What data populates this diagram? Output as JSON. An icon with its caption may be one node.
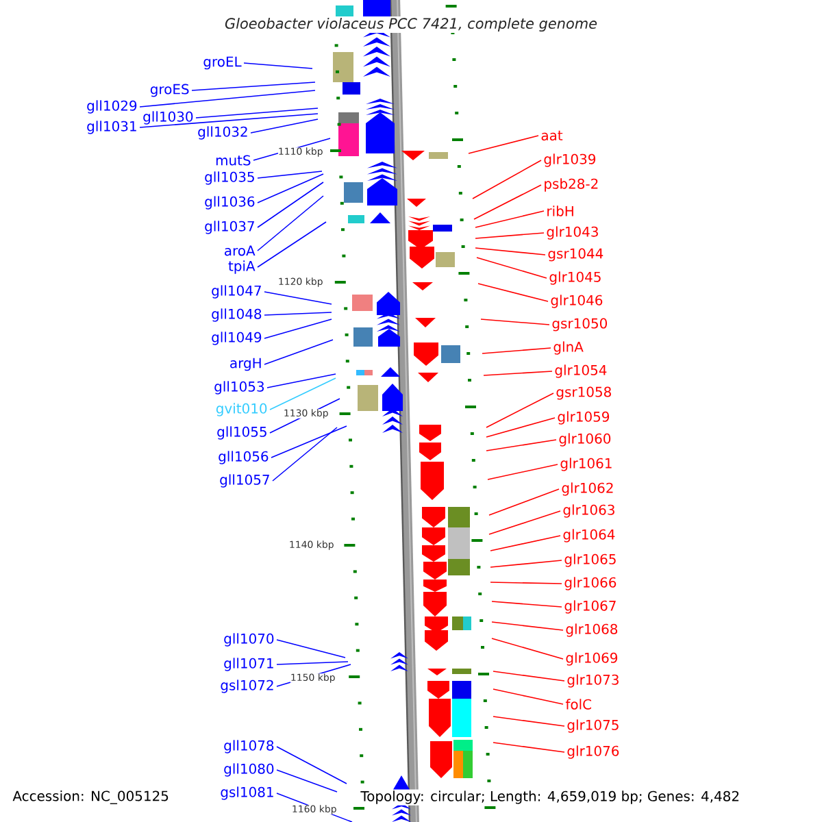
{
  "diagram": {
    "title": "Gloeobacter violaceus PCC 7421, complete genome",
    "nodes": [
      {
        "text": [
          "groEL"
        ]
      },
      {
        "text": [
          "groES"
        ]
      },
      {
        "text": [
          "gll1029"
        ]
      },
      {
        "text": [
          "gll1030"
        ]
      },
      {
        "text": [
          "gll1031"
        ]
      },
      {
        "text": [
          "gll1032"
        ]
      },
      {
        "text": [
          "mutS"
        ]
      },
      {
        "text": [
          "gll1035"
        ]
      },
      {
        "text": [
          "gll1036"
        ]
      },
      {
        "text": [
          "gll1037"
        ]
      },
      {
        "text": [
          "aroA"
        ]
      },
      {
        "text": [
          "tpiA"
        ]
      },
      {
        "text": [
          "gll1047"
        ]
      },
      {
        "text": [
          "gll1048"
        ]
      },
      {
        "text": [
          "gll1049"
        ]
      },
      {
        "text": [
          "argH"
        ]
      },
      {
        "text": [
          "gll1053"
        ]
      },
      {
        "text": [
          "gvit010"
        ]
      },
      {
        "text": [
          "gll1055"
        ]
      },
      {
        "text": [
          "gll1056"
        ]
      },
      {
        "text": [
          "gll1057"
        ]
      },
      {
        "text": [
          "gll1070"
        ]
      },
      {
        "text": [
          "gll1071"
        ]
      },
      {
        "text": [
          "gsl1072"
        ]
      },
      {
        "text": [
          "gll1078"
        ]
      },
      {
        "text": [
          "gll1080"
        ]
      },
      {
        "text": [
          "gsl1081"
        ]
      },
      {
        "text": [
          "aat"
        ]
      },
      {
        "text": [
          "glr1039"
        ]
      },
      {
        "text": [
          "psb28-2"
        ]
      },
      {
        "text": [
          "ribH"
        ]
      },
      {
        "text": [
          "glr1043"
        ]
      },
      {
        "text": [
          "gsr1044"
        ]
      },
      {
        "text": [
          "glr1045"
        ]
      },
      {
        "text": [
          "glr1046"
        ]
      },
      {
        "text": [
          "gsr1050"
        ]
      },
      {
        "text": [
          "glnA"
        ]
      },
      {
        "text": [
          "glr1054"
        ]
      },
      {
        "text": [
          "gsr1058"
        ]
      },
      {
        "text": [
          "glr1059"
        ]
      },
      {
        "text": [
          "glr1060"
        ]
      },
      {
        "text": [
          "glr1061"
        ]
      },
      {
        "text": [
          "glr1062"
        ]
      },
      {
        "text": [
          "glr1063"
        ]
      },
      {
        "text": [
          "glr1064"
        ]
      },
      {
        "text": [
          "glr1065"
        ]
      },
      {
        "text": [
          "glr1066"
        ]
      },
      {
        "text": [
          "glr1067"
        ]
      },
      {
        "text": [
          "glr1068"
        ]
      },
      {
        "text": [
          "glr1069"
        ]
      },
      {
        "text": [
          "glr1073"
        ]
      },
      {
        "text": [
          "folC"
        ]
      },
      {
        "text": [
          "glr1075"
        ]
      },
      {
        "text": [
          "glr1076"
        ]
      }
    ],
    "edges": [
      {
        "from": 0,
        "to": null,
        "arrow": "none",
        "color": "#0000ff"
      },
      {
        "from": 1,
        "to": null,
        "arrow": "none",
        "color": "#0000ff"
      },
      {
        "from": 2,
        "to": null,
        "arrow": "none",
        "color": "#0000ff"
      },
      {
        "from": 3,
        "to": null,
        "arrow": "none",
        "color": "#0000ff"
      },
      {
        "from": 4,
        "to": null,
        "arrow": "none",
        "color": "#0000ff"
      },
      {
        "from": 5,
        "to": null,
        "arrow": "none",
        "color": "#0000ff"
      },
      {
        "from": 6,
        "to": null,
        "arrow": "none",
        "color": "#0000ff"
      },
      {
        "from": 7,
        "to": null,
        "arrow": "none",
        "color": "#0000ff"
      },
      {
        "from": 8,
        "to": null,
        "arrow": "none",
        "color": "#0000ff"
      },
      {
        "from": 9,
        "to": null,
        "arrow": "none",
        "color": "#0000ff"
      },
      {
        "from": 10,
        "to": null,
        "arrow": "none",
        "color": "#0000ff"
      },
      {
        "from": 11,
        "to": null,
        "arrow": "none",
        "color": "#0000ff"
      },
      {
        "from": 12,
        "to": null,
        "arrow": "none",
        "color": "#0000ff"
      },
      {
        "from": 13,
        "to": null,
        "arrow": "none",
        "color": "#0000ff"
      },
      {
        "from": 14,
        "to": null,
        "arrow": "none",
        "color": "#0000ff"
      },
      {
        "from": 15,
        "to": null,
        "arrow": "none",
        "color": "#0000ff"
      },
      {
        "from": 16,
        "to": null,
        "arrow": "none",
        "color": "#0000ff"
      },
      {
        "from": 17,
        "to": null,
        "arrow": "none",
        "color": "#33ccff"
      },
      {
        "from": 18,
        "to": null,
        "arrow": "none",
        "color": "#0000ff"
      },
      {
        "from": 19,
        "to": null,
        "arrow": "none",
        "color": "#0000ff"
      },
      {
        "from": 20,
        "to": null,
        "arrow": "none",
        "color": "#0000ff"
      },
      {
        "from": 21,
        "to": null,
        "arrow": "none",
        "color": "#0000ff"
      },
      {
        "from": 22,
        "to": null,
        "arrow": "none",
        "color": "#0000ff"
      },
      {
        "from": 23,
        "to": null,
        "arrow": "none",
        "color": "#0000ff"
      },
      {
        "from": 24,
        "to": null,
        "arrow": "none",
        "color": "#0000ff"
      },
      {
        "from": 25,
        "to": null,
        "arrow": "none",
        "color": "#0000ff"
      },
      {
        "from": 26,
        "to": null,
        "arrow": "none",
        "color": "#0000ff"
      },
      {
        "from": 27,
        "to": null,
        "arrow": "none",
        "color": "#ff0000"
      },
      {
        "from": 28,
        "to": null,
        "arrow": "none",
        "color": "#ff0000"
      },
      {
        "from": 29,
        "to": null,
        "arrow": "none",
        "color": "#ff0000"
      },
      {
        "from": 30,
        "to": null,
        "arrow": "none",
        "color": "#ff0000"
      },
      {
        "from": 31,
        "to": null,
        "arrow": "none",
        "color": "#ff0000"
      },
      {
        "from": 32,
        "to": null,
        "arrow": "none",
        "color": "#ff0000"
      },
      {
        "from": 33,
        "to": null,
        "arrow": "none",
        "color": "#ff0000"
      },
      {
        "from": 34,
        "to": null,
        "arrow": "none",
        "color": "#ff0000"
      },
      {
        "from": 35,
        "to": null,
        "arrow": "none",
        "color": "#ff0000"
      },
      {
        "from": 36,
        "to": null,
        "arrow": "none",
        "color": "#ff0000"
      },
      {
        "from": 37,
        "to": null,
        "arrow": "none",
        "color": "#ff0000"
      },
      {
        "from": 38,
        "to": null,
        "arrow": "none",
        "color": "#ff0000"
      },
      {
        "from": 39,
        "to": null,
        "arrow": "none",
        "color": "#ff0000"
      },
      {
        "from": 40,
        "to": null,
        "arrow": "none",
        "color": "#ff0000"
      },
      {
        "from": 41,
        "to": null,
        "arrow": "none",
        "color": "#ff0000"
      },
      {
        "from": 42,
        "to": null,
        "arrow": "none",
        "color": "#ff0000"
      },
      {
        "from": 43,
        "to": null,
        "arrow": "none",
        "color": "#ff0000"
      },
      {
        "from": 44,
        "to": null,
        "arrow": "none",
        "color": "#ff0000"
      },
      {
        "from": 45,
        "to": null,
        "arrow": "none",
        "color": "#ff0000"
      },
      {
        "from": 46,
        "to": null,
        "arrow": "none",
        "color": "#ff0000"
      },
      {
        "from": 47,
        "to": null,
        "arrow": "none",
        "color": "#ff0000"
      },
      {
        "from": 48,
        "to": null,
        "arrow": "none",
        "color": "#ff0000"
      },
      {
        "from": 49,
        "to": null,
        "arrow": "none",
        "color": "#ff0000"
      },
      {
        "from": 50,
        "to": null,
        "arrow": "none",
        "color": "#ff0000"
      },
      {
        "from": 51,
        "to": null,
        "arrow": "none",
        "color": "#ff0000"
      },
      {
        "from": 52,
        "to": null,
        "arrow": "none",
        "color": "#ff0000"
      },
      {
        "from": 53,
        "to": null,
        "arrow": "none",
        "color": "#ff0000"
      }
    ],
    "labels": [
      "1110 kbp",
      "1120 kbp",
      "1130 kbp",
      "1140 kbp",
      "1150 kbp",
      "1160 kbp",
      "Accession: NC_005125",
      "Topology: circular; Length: 4,659,019 bp; Genes: 4,482"
    ]
  }
}
